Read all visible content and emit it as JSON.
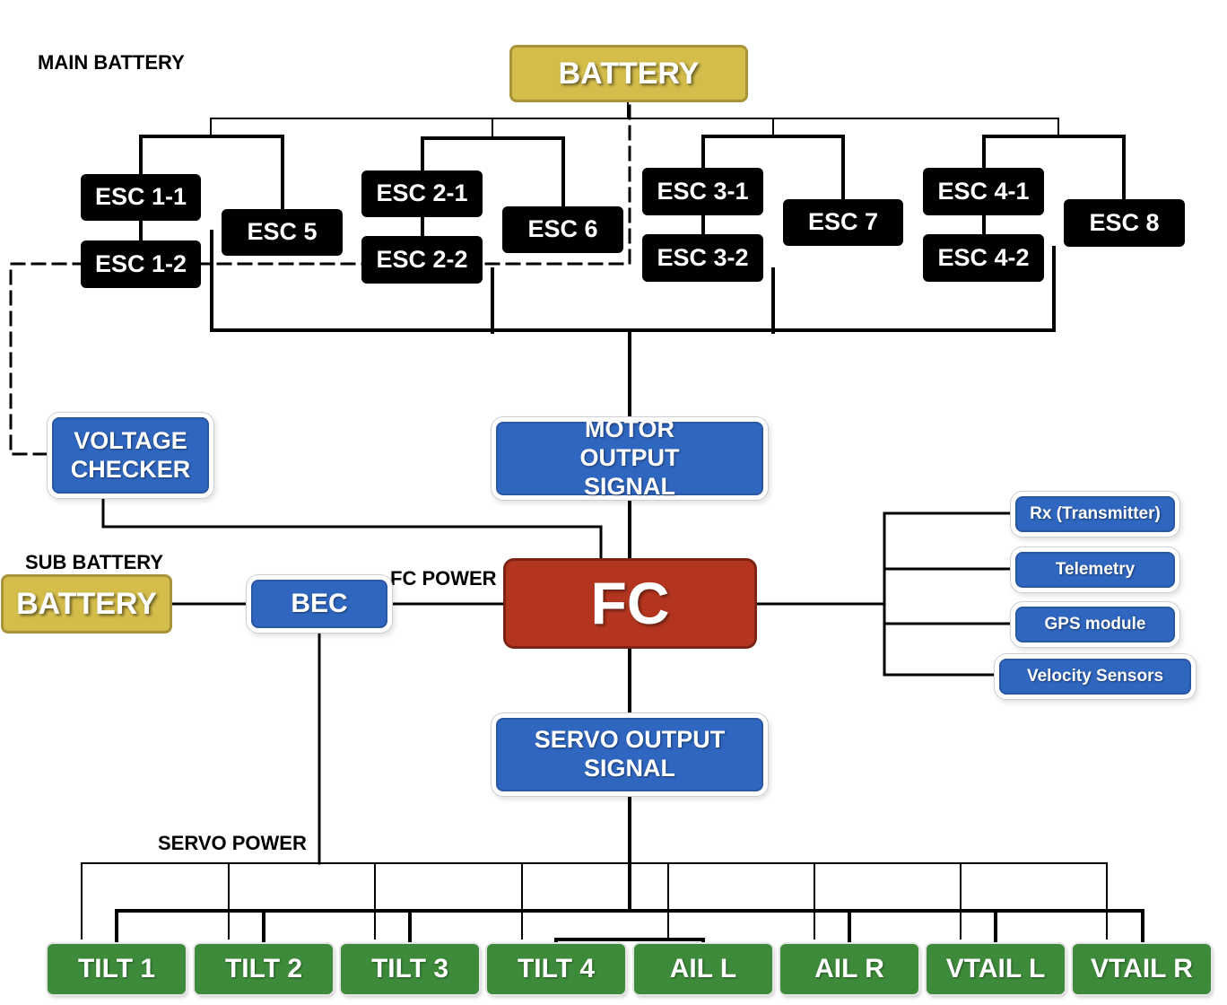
{
  "labels": {
    "main_battery": "MAIN BATTERY",
    "sub_battery": "SUB BATTERY",
    "fc_power": "FC POWER",
    "servo_power": "SERVO POWER"
  },
  "nodes": {
    "main_battery": "BATTERY",
    "sub_battery": "BATTERY",
    "esc_1_1": "ESC 1-1",
    "esc_1_2": "ESC 1-2",
    "esc_5": "ESC 5",
    "esc_2_1": "ESC 2-1",
    "esc_2_2": "ESC 2-2",
    "esc_6": "ESC 6",
    "esc_3_1": "ESC 3-1",
    "esc_3_2": "ESC 3-2",
    "esc_7": "ESC 7",
    "esc_4_1": "ESC 4-1",
    "esc_4_2": "ESC 4-2",
    "esc_8": "ESC 8",
    "voltage_checker": "VOLTAGE CHECKER",
    "motor_output": "MOTOR OUTPUT SIGNAL",
    "fc": "FC",
    "bec": "BEC",
    "servo_output": "SERVO OUTPUT SIGNAL",
    "rx": "Rx (Transmitter)",
    "telemetry": "Telemetry",
    "gps": "GPS module",
    "velocity": "Velocity Sensors",
    "tilt_1": "TILT 1",
    "tilt_2": "TILT 2",
    "tilt_3": "TILT 3",
    "tilt_4": "TILT 4",
    "ail_l": "AIL L",
    "ail_r": "AIL R",
    "vtail_l": "VTAIL L",
    "vtail_r": "VTAIL R"
  },
  "colors": {
    "battery": "#d4bd4b",
    "esc": "#000000",
    "signal": "#2f66bf",
    "fc": "#b3351f",
    "servo": "#3d8a3a"
  }
}
